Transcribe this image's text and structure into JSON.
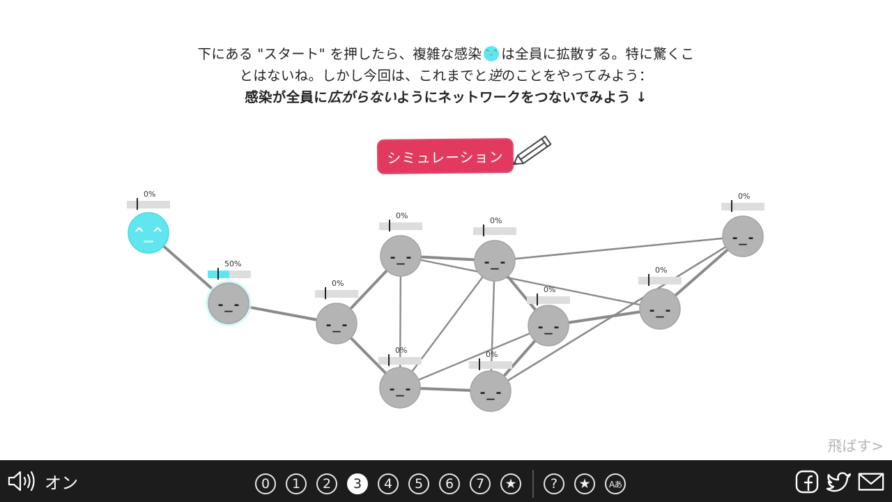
{
  "intro": {
    "line1_a": "下にある \"スタート\" を押したら、複雑な感染",
    "line1_b": "は全員に拡散する。特に驚くこ",
    "line2_a": "とはないね。しかし今回は、これまでと",
    "line2_em": "逆",
    "line2_b": "のことをやってみよう：",
    "line3_a": "感染が全員に",
    "line3_em": "広がらない",
    "line3_b": "ようにネットワークをつないでみよう ↓"
  },
  "simulation_button": "シミュレーション",
  "nodes": [
    {
      "id": "n1",
      "infected": true,
      "face": "^_^",
      "pct": "0%",
      "level": 0
    },
    {
      "id": "n2",
      "infected": false,
      "exposed": true,
      "face": "-_-",
      "pct": "50%",
      "level": 0.5
    },
    {
      "id": "n3",
      "infected": false,
      "face": "-_-",
      "pct": "0%",
      "level": 0
    },
    {
      "id": "n4",
      "infected": false,
      "face": "-_-",
      "pct": "0%",
      "level": 0
    },
    {
      "id": "n5",
      "infected": false,
      "face": "-_-",
      "pct": "0%",
      "level": 0
    },
    {
      "id": "n6",
      "infected": false,
      "face": "-_-",
      "pct": "0%",
      "level": 0
    },
    {
      "id": "n7",
      "infected": false,
      "face": "-_-",
      "pct": "0%",
      "level": 0
    },
    {
      "id": "n8",
      "infected": false,
      "face": "-_-",
      "pct": "0%",
      "level": 0
    },
    {
      "id": "n9",
      "infected": false,
      "face": "-_-",
      "pct": "0%",
      "level": 0
    },
    {
      "id": "n10",
      "infected": false,
      "face": "-_-",
      "pct": "0%",
      "level": 0
    },
    {
      "id": "n11",
      "infected": false,
      "face": "-_-",
      "pct": "0%",
      "level": 0
    }
  ],
  "edges": [
    [
      "n1",
      "n2"
    ],
    [
      "n2",
      "n3"
    ],
    [
      "n3",
      "n4"
    ],
    [
      "n3",
      "n6"
    ],
    [
      "n4",
      "n5"
    ],
    [
      "n4",
      "n6"
    ],
    [
      "n4",
      "n9"
    ],
    [
      "n5",
      "n10"
    ],
    [
      "n5",
      "n6"
    ],
    [
      "n5",
      "n7"
    ],
    [
      "n5",
      "n8"
    ],
    [
      "n5",
      "n11"
    ],
    [
      "n6",
      "n7"
    ],
    [
      "n6",
      "n8"
    ],
    [
      "n7",
      "n8"
    ],
    [
      "n7",
      "n10"
    ],
    [
      "n7",
      "n11"
    ],
    [
      "n9",
      "n10"
    ],
    [
      "n9",
      "n11"
    ],
    [
      "n8",
      "n9"
    ]
  ],
  "skip": "飛ばす>",
  "sound": {
    "label": "オン",
    "icon": "speaker-icon"
  },
  "chapters": [
    "0",
    "1",
    "2",
    "3",
    "4",
    "5",
    "6",
    "7",
    "★"
  ],
  "active_chapter": "3",
  "extras": [
    "?",
    "★",
    "Aあ"
  ],
  "share": [
    "facebook-icon",
    "twitter-icon",
    "email-icon"
  ],
  "colors": {
    "infected": "#5fe6ee",
    "node": "#b4b4b4",
    "button": "#e23a5e",
    "bar": "#1c1c1c",
    "meter": "#dddddd"
  }
}
